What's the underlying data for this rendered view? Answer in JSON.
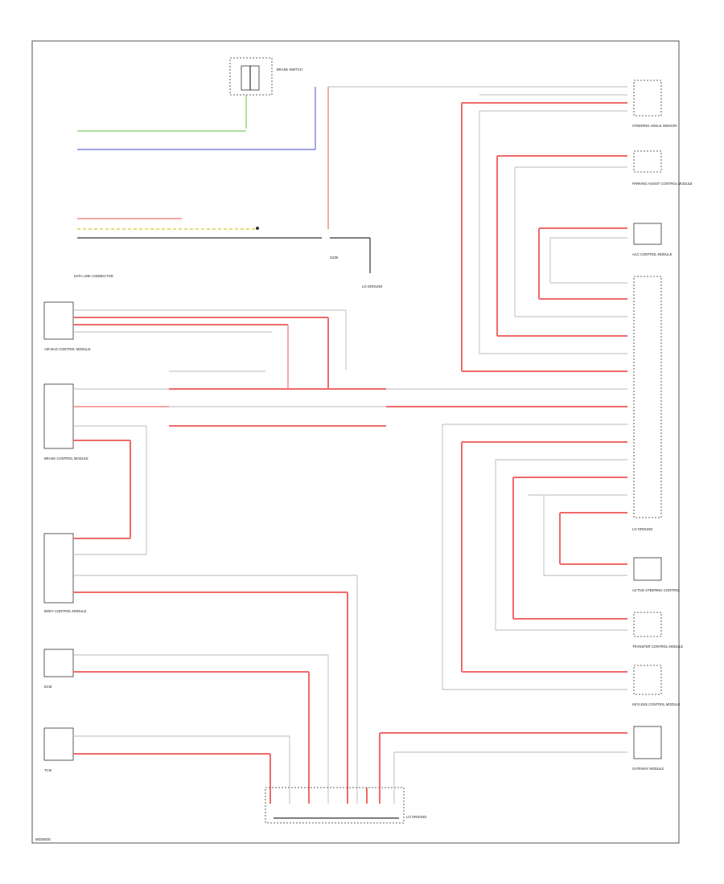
{
  "diagram": {
    "footer_code": "WD0000",
    "connector_ground_label": "LO GROUND",
    "connectors": {
      "left_big": "DATA LINK CONNECTOR",
      "left_c1": "AIR BAG CONTROL MODULE",
      "left_c2": "BRAKE CONTROL MODULE",
      "left_c3": "BODY CONTROL MODULE",
      "left_c4": "ECM",
      "left_c5": "TCM",
      "right_r1": "STEERING ANGLE SENSOR",
      "right_r2": "PARKING ASSIST CONTROL MODULE",
      "right_r3": "ACC CONTROL MODULE",
      "right_r4": "ACTIVE STEERING CONTROL",
      "right_r5": "TRANSFER CONTROL MODULE",
      "right_r6": "KEYLESS CONTROL MODULE",
      "right_r7": "GATEWAY MODULE",
      "top_switch": "BRAKE SWITCH",
      "ground_label": "G200"
    }
  }
}
